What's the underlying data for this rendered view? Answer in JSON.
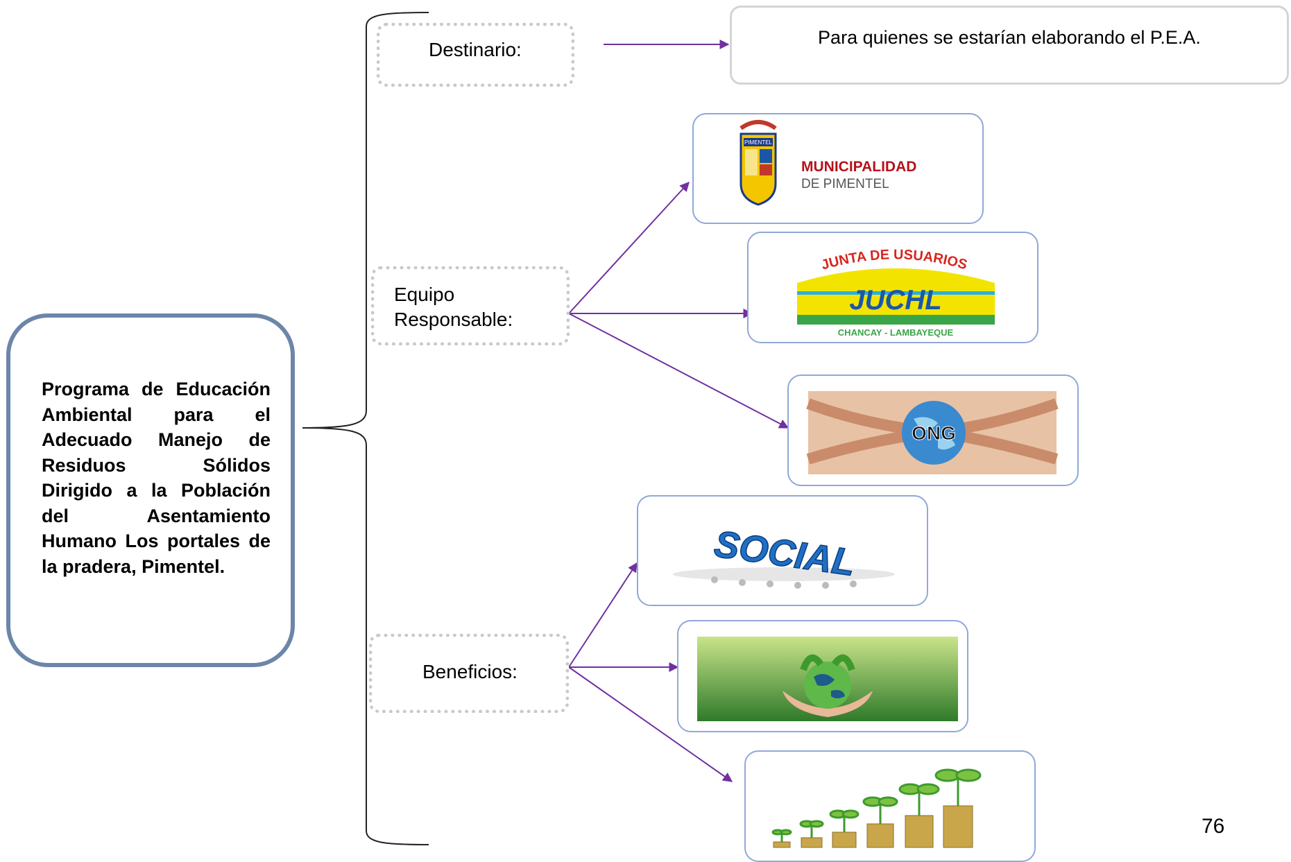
{
  "main": {
    "title": "Programa de Educación Ambiental para el Adecuado Manejo de Residuos Sólidos Dirigido a la Población del Asentamiento Humano Los portales de la pradera, Pimentel."
  },
  "categories": {
    "destinatario": "Destinario:",
    "equipo_line1": "Equipo",
    "equipo_line2": "Responsable:",
    "beneficios": "Beneficios:"
  },
  "destinatario_description": "Para quienes se estarían elaborando el P.E.A.",
  "logos": {
    "municipalidad_line1": "MUNICIPALIDAD",
    "municipalidad_line2": "DE PIMENTEL",
    "municipalidad_seal_text": "PIMENTEL",
    "juchl_arc": "JUNTA DE USUARIOS",
    "juchl_name": "JUCHL",
    "juchl_bottom": "CHANCAY - LAMBAYEQUE",
    "ong": "ONG",
    "social": "SOCIAL"
  },
  "page_number": "76",
  "colors": {
    "arrow": "#7030a0",
    "main_border": "#6b86a8",
    "image_border": "#8fa8d8",
    "dotted_border": "#c9c9c9",
    "municipal_red": "#b5121b",
    "juchl_blue": "#1a57a8",
    "juchl_yellow": "#f2e400",
    "juchl_red": "#d7261e"
  }
}
